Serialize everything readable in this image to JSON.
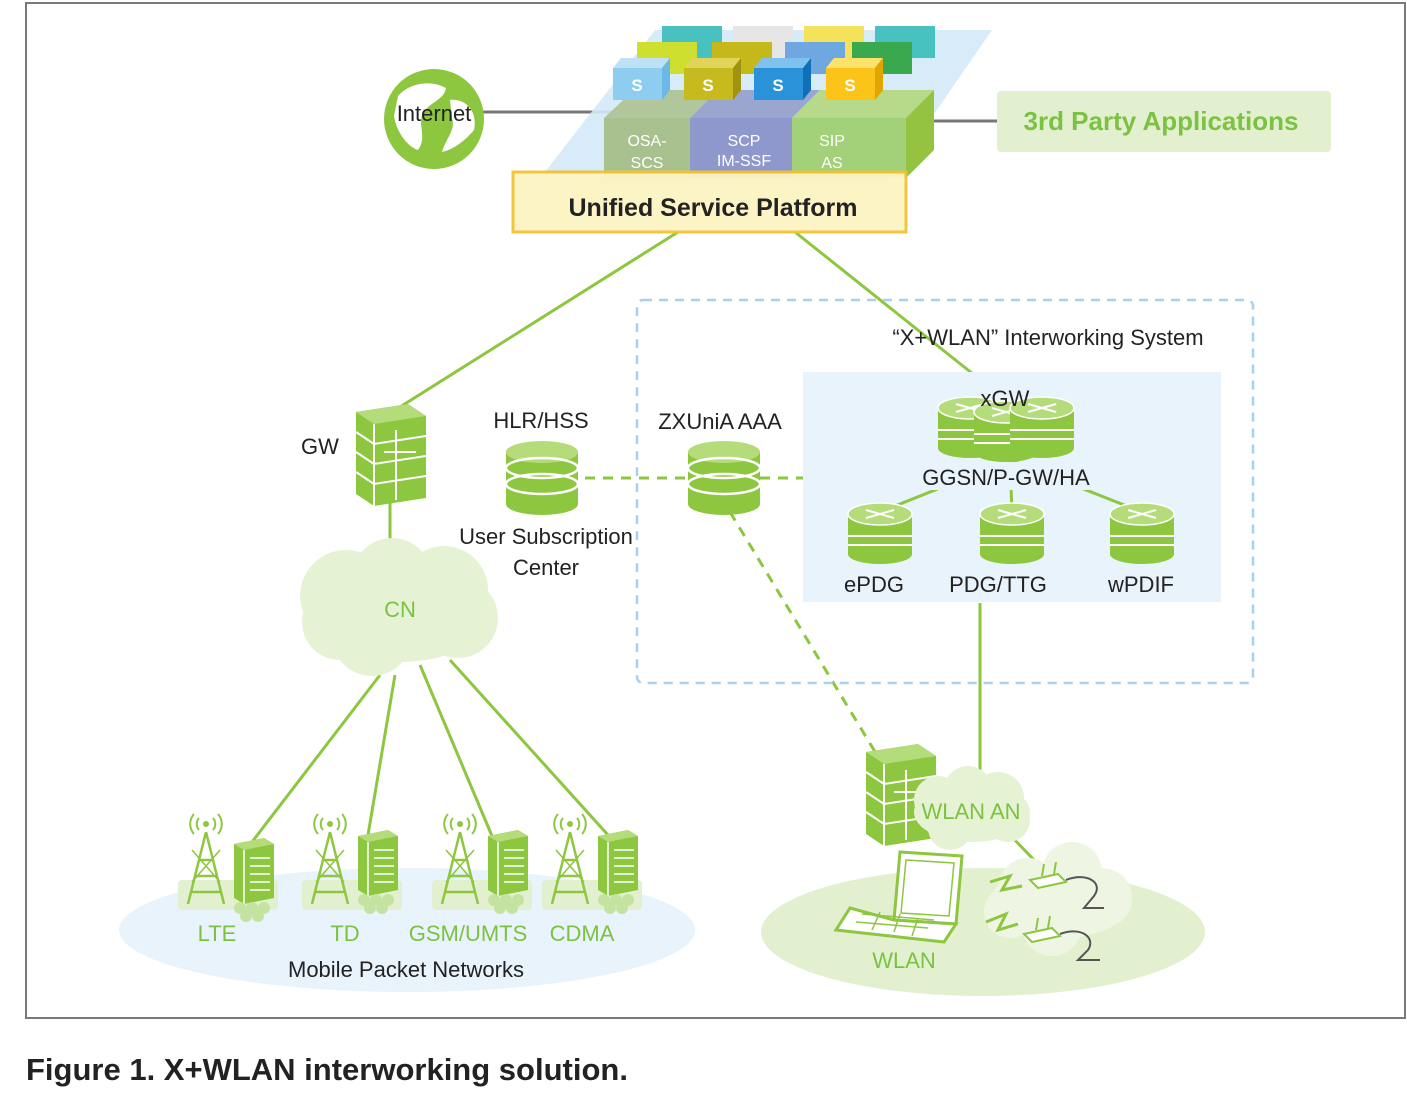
{
  "caption": "Figure 1. X+WLAN interworking solution.",
  "colors": {
    "accent_green": "#7cc242",
    "light_green": "#e6f2d4",
    "light_blue": "#e8f3fb",
    "dash_blue": "#a8d1ee",
    "platform_yellow": "#fdf4c3",
    "platform_border": "#f1c232"
  },
  "platform": {
    "title": "Unified Service Platform",
    "service_label": "S",
    "modules": [
      {
        "line1": "OSA-",
        "line2": "SCS"
      },
      {
        "line1": "SCP",
        "line2": "IM-SSF"
      },
      {
        "line1": "SIP",
        "line2": "AS"
      }
    ]
  },
  "internet": {
    "label": "Internet",
    "icon": "globe-icon"
  },
  "third_party": {
    "label": "3rd Party Applications"
  },
  "gw": {
    "label": "GW",
    "icon": "firewall-icon"
  },
  "hlr": {
    "label": "HLR/HSS",
    "sub1": "User Subscription",
    "sub2": "Center",
    "icon": "database-icon"
  },
  "aaa": {
    "label": "ZXUniA AAA",
    "icon": "database-icon"
  },
  "interworking": {
    "title": "“X+WLAN” Interworking System",
    "xgw": "xGW",
    "ggsn": "GGSN/P-GW/HA",
    "nodes": [
      "ePDG",
      "PDG/TTG",
      "wPDIF"
    ]
  },
  "cn": {
    "label": "CN",
    "icon": "cloud-icon"
  },
  "mobile": {
    "title": "Mobile Packet Networks",
    "networks": [
      "LTE",
      "TD",
      "GSM/UMTS",
      "CDMA"
    ]
  },
  "wlan_an": {
    "label": "WLAN AN"
  },
  "wlan": {
    "label": "WLAN",
    "icons": [
      "laptop-icon",
      "access-point-icon"
    ]
  }
}
